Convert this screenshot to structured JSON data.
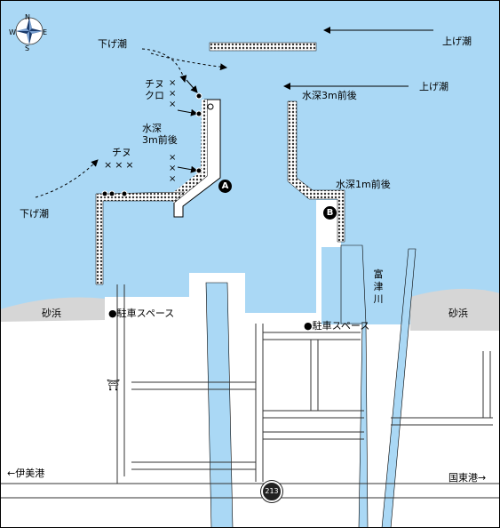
{
  "compass": {
    "n": "N",
    "s": "S",
    "e": "E",
    "w": "W"
  },
  "tide": {
    "ebb_top": "下げ潮",
    "ebb_left": "下げ潮",
    "flood_top": "上げ潮",
    "flood_mid": "上げ潮"
  },
  "fish": {
    "pier_a_species": "チヌ\nクロ",
    "pier_a_marks": "×××",
    "pier_a_depth": "水深\n3m前後",
    "pier_a_marks2": "×××",
    "corner_species": "チヌ",
    "corner_marks": "×××"
  },
  "depths": {
    "breakwater_b_top": "水深3m前後",
    "pier_b": "水深1m前後"
  },
  "markers": {
    "a": "A",
    "b": "B"
  },
  "river": "富\n津\n川",
  "beach_left": "砂浜",
  "beach_right": "砂浜",
  "parking_left": "●駐車スペース",
  "parking_right": "●駐車スペース",
  "shrine": "⛩",
  "route_number": "213",
  "to_left": "←伊美港",
  "to_right": "国東港→"
}
